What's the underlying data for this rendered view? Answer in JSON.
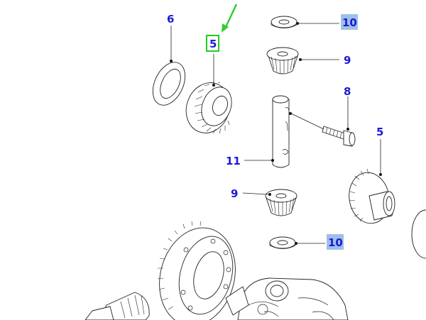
{
  "callouts": [
    {
      "id": "c6",
      "label": "6"
    },
    {
      "id": "c5a",
      "label": "5"
    },
    {
      "id": "c10a",
      "label": "10"
    },
    {
      "id": "c9a",
      "label": "9"
    },
    {
      "id": "c8",
      "label": "8"
    },
    {
      "id": "c5b",
      "label": "5"
    },
    {
      "id": "c11",
      "label": "11"
    },
    {
      "id": "c9b",
      "label": "9"
    },
    {
      "id": "c10b",
      "label": "10"
    }
  ],
  "colors": {
    "callout_text": "#1a1ad6",
    "highlight_fill": "#9fc0e6",
    "selection_box": "#22cc22",
    "arrow": "#33cc33"
  },
  "icons": {
    "pointer": "green-arrow-icon"
  }
}
